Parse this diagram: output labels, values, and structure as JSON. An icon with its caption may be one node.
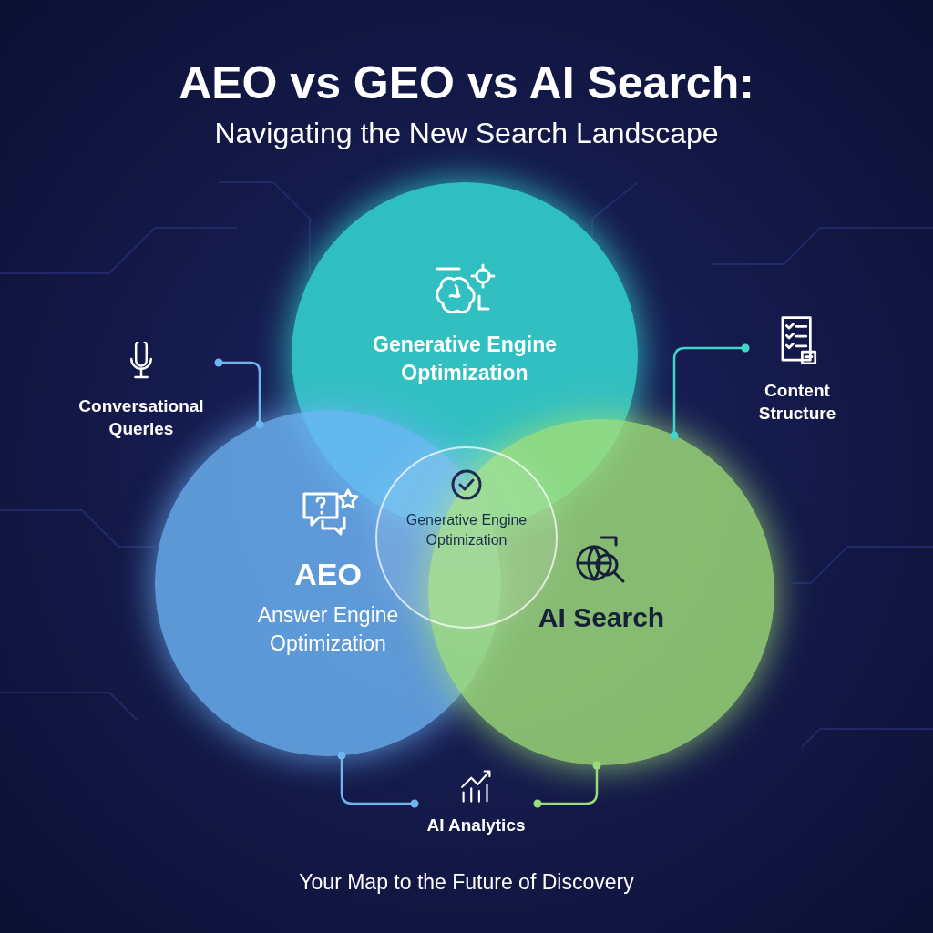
{
  "diagram": {
    "title": "AEO vs GEO vs AI Search:",
    "nodes": [
      {
        "text": [
          "Generative Engine Optimization"
        ]
      },
      {
        "text": [
          "AEO",
          "Answer Engine Optimization"
        ]
      },
      {
        "text": [
          "AI Search"
        ]
      },
      {
        "text": [
          "Generative Engine Optimization"
        ]
      },
      {
        "text": [
          "Conversational Queries"
        ]
      },
      {
        "text": [
          "Content Structure"
        ]
      },
      {
        "text": [
          "AI Analytics"
        ]
      }
    ],
    "edges": [
      {
        "from": 4,
        "to": 1,
        "arrow": "other",
        "color": "#6fb6f0"
      },
      {
        "from": 5,
        "to": 2,
        "arrow": "other",
        "color": "#3fd6cc"
      },
      {
        "from": 1,
        "to": 6,
        "arrow": "other",
        "color": "#6fb6f0"
      },
      {
        "from": 2,
        "to": 6,
        "arrow": "other",
        "color": "#9bdc7a"
      }
    ],
    "labels": [
      "Navigating the New Search Landscape"
    ],
    "caption": "Your Map to the Future of Discovery"
  }
}
